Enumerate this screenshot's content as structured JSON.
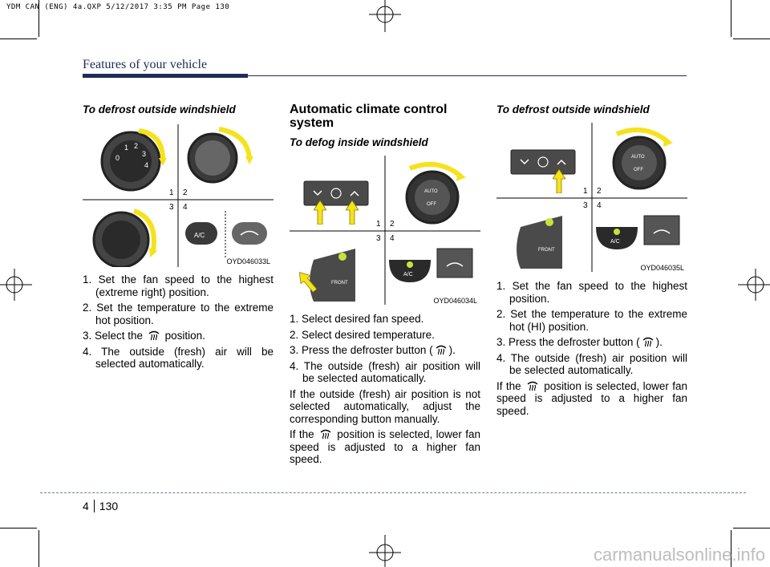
{
  "print_slug": "YDM CAN (ENG) 4a.QXP  5/12/2017  3:35 PM  Page 130",
  "header": {
    "title": "Features of your vehicle"
  },
  "col1": {
    "subheading": "To defrost outside windshield",
    "figure": {
      "code": "OYD046033L",
      "quadrant_labels": [
        "1",
        "2",
        "3",
        "4"
      ],
      "ac_label": "A/C"
    },
    "steps": [
      {
        "pre": "1. Set the fan speed to the highest (extreme right) position.",
        "post": ""
      },
      {
        "pre": "2. Set the temperature to the extreme hot position.",
        "post": ""
      },
      {
        "pre": "3. Select the",
        "post": "position."
      },
      {
        "pre": "4. The outside (fresh) air will be selected automatically.",
        "post": ""
      }
    ]
  },
  "col2": {
    "section_title": "Automatic climate control system",
    "subheading": "To defog inside windshield",
    "figure": {
      "code": "OYD046034L",
      "quadrant_labels": [
        "1",
        "2",
        "3",
        "4"
      ],
      "auto_label": "AUTO",
      "off_label": "OFF",
      "front_label": "FRONT",
      "ac_label": "A/C"
    },
    "steps": [
      {
        "pre": "1. Select desired fan speed.",
        "post": ""
      },
      {
        "pre": "2. Select desired temperature.",
        "post": ""
      },
      {
        "pre": "3. Press the defroster button (",
        "post": ")."
      },
      {
        "pre": "4. The outside (fresh) air position will be selected automatically.",
        "post": ""
      }
    ],
    "para1": "If the outside (fresh) air position is not selected automatically, adjust the corresponding button manually.",
    "para2_pre": "If the",
    "para2_post": "position is selected, lower fan speed is adjusted to a higher fan speed."
  },
  "col3": {
    "subheading": "To defrost outside windshield",
    "figure": {
      "code": "OYD046035L",
      "quadrant_labels": [
        "1",
        "2",
        "3",
        "4"
      ],
      "auto_label": "AUTO",
      "off_label": "OFF",
      "front_label": "FRONT",
      "ac_label": "A/C"
    },
    "steps": [
      {
        "pre": "1. Set the fan speed to the highest position.",
        "post": ""
      },
      {
        "pre": "2. Set the temperature to the extreme hot (HI) position.",
        "post": ""
      },
      {
        "pre": "3. Press the defroster button (",
        "post": ")."
      },
      {
        "pre": "4. The outside (fresh) air position will be selected automatically.",
        "post": ""
      }
    ],
    "para_pre": "If the",
    "para_post": "position is selected, lower fan speed is adjusted to a higher fan speed."
  },
  "footer": {
    "chapter": "4",
    "page": "130"
  },
  "watermark": "carmanualsonline.info",
  "colors": {
    "header_navy": "#1f2c55",
    "arrow_yellow": "#f5e21b",
    "lamp_green": "#c9e23a",
    "knob_dark": "#2a2a2a"
  }
}
